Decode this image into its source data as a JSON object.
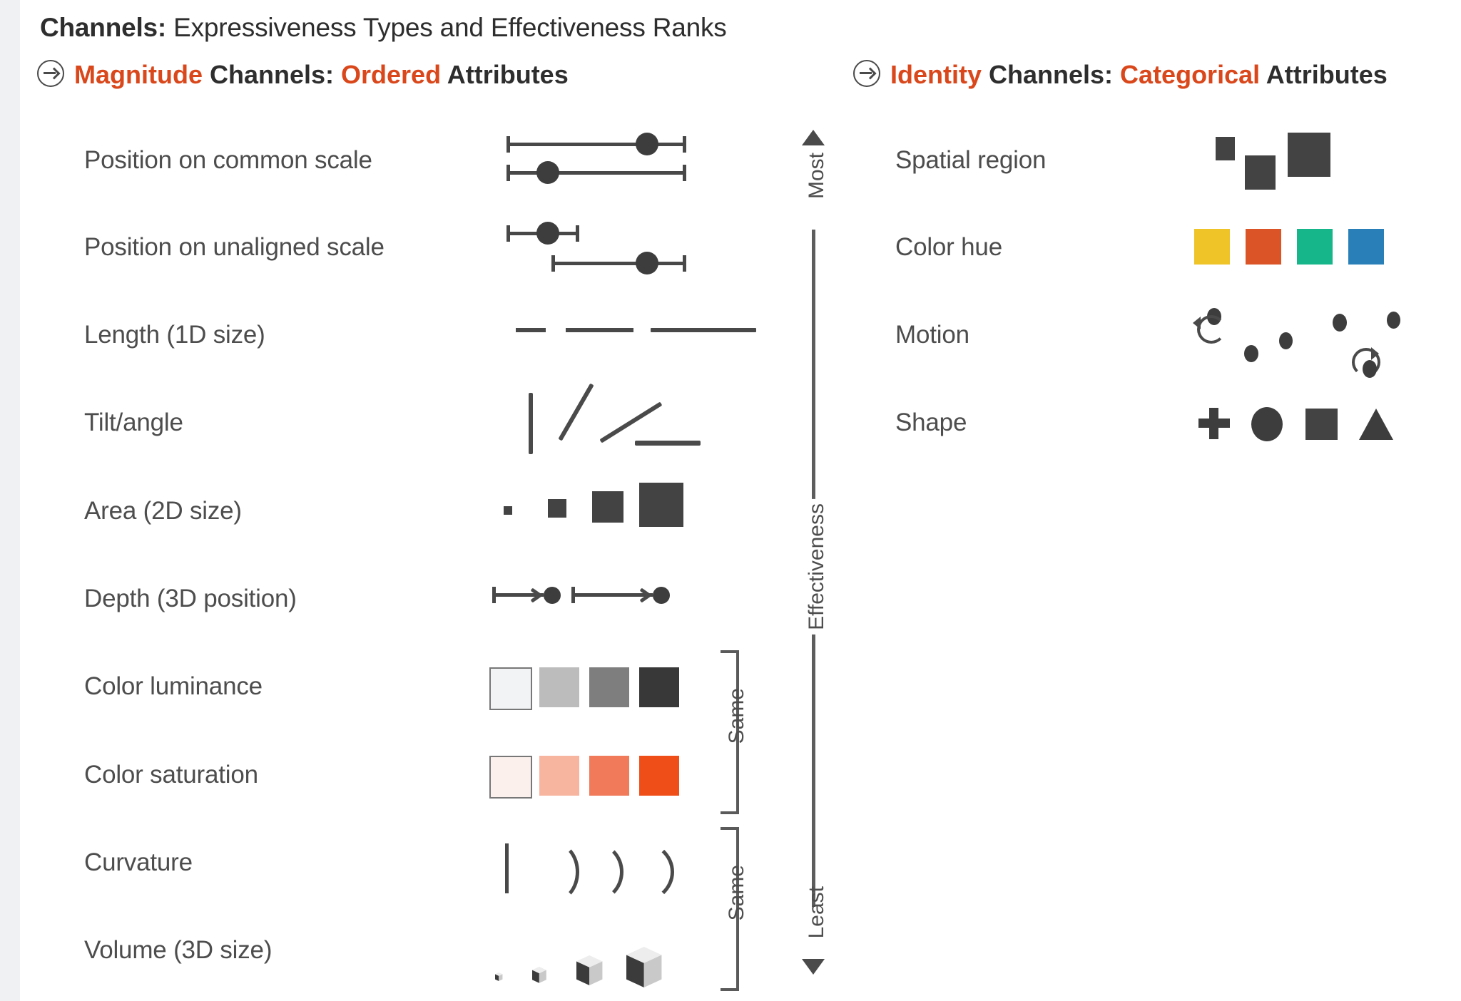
{
  "title": {
    "bold_part": "Channels:",
    "rest_part": " Expressiveness Types and Effectiveness Ranks"
  },
  "sections": [
    {
      "id": "magnitude",
      "icon": "circled-arrow-right-icon",
      "parts": [
        {
          "text": "Magnitude",
          "color": "#D9471B"
        },
        {
          "text": " Channels: ",
          "color": "#2e2e2e"
        },
        {
          "text": "Ordered",
          "color": "#D9471B"
        },
        {
          "text": " Attributes",
          "color": "#2e2e2e"
        }
      ],
      "plain": "Magnitude Channels: Ordered Attributes"
    },
    {
      "id": "identity",
      "icon": "circled-arrow-right-icon",
      "parts": [
        {
          "text": "Identity",
          "color": "#D9471B"
        },
        {
          "text": " Channels: ",
          "color": "#2e2e2e"
        },
        {
          "text": "Categorical",
          "color": "#D9471B"
        },
        {
          "text": " Attributes",
          "color": "#2e2e2e"
        }
      ],
      "plain": "Identity Channels: Categorical Attributes"
    }
  ],
  "magnitude_channels": [
    {
      "rank": 1,
      "label": "Position on common scale",
      "glyph": "two-aligned-error-bars"
    },
    {
      "rank": 2,
      "label": "Position on unaligned scale",
      "glyph": "two-offset-error-bars"
    },
    {
      "rank": 3,
      "label": "Length (1D size)",
      "glyph": "three-increasing-dashes"
    },
    {
      "rank": 4,
      "label": "Tilt/angle",
      "glyph": "four-tilted-lines"
    },
    {
      "rank": 5,
      "label": "Area (2D size)",
      "glyph": "four-increasing-squares"
    },
    {
      "rank": 6,
      "label": "Depth (3D position)",
      "glyph": "two-arrows-with-dots"
    },
    {
      "rank": 7,
      "label": "Color luminance",
      "glyph": "four-grey-swatches"
    },
    {
      "rank": 8,
      "label": "Color saturation",
      "glyph": "four-orange-swatches"
    },
    {
      "rank": 9,
      "label": "Curvature",
      "glyph": "four-increasing-arcs"
    },
    {
      "rank": 10,
      "label": "Volume (3D size)",
      "glyph": "four-increasing-cubes"
    }
  ],
  "identity_channels": [
    {
      "rank": 1,
      "label": "Spatial region",
      "glyph": "three-offset-rectangles"
    },
    {
      "rank": 2,
      "label": "Color hue",
      "glyph": "four-hue-swatches"
    },
    {
      "rank": 3,
      "label": "Motion",
      "glyph": "moving-dots-with-rotation-arrows"
    },
    {
      "rank": 4,
      "label": "Shape",
      "glyph": "plus-circle-square-triangle"
    }
  ],
  "effectiveness_axis": {
    "top_label": "Most",
    "middle_label": "Effectiveness",
    "bottom_label": "Least",
    "top_arrow": "up-arrow-icon",
    "bottom_arrow": "down-arrow-icon"
  },
  "same_brackets": [
    {
      "label": "Same",
      "groups": [
        "Color luminance",
        "Color saturation"
      ]
    },
    {
      "label": "Same",
      "groups": [
        "Curvature",
        "Volume (3D size)"
      ]
    }
  ],
  "palette": {
    "accent_orange": "#D9471B",
    "text_dark": "#2e2e2e",
    "text_body": "#4d4d4d",
    "glyph_grey": "#434343",
    "gutter": "#F0F1F2",
    "luminance_swatches": [
      "#F2F3F4",
      "#BCBCBC",
      "#7E7E7E",
      "#383838"
    ],
    "saturation_swatches": [
      "#FCF0EC",
      "#F7B5A0",
      "#F07A5A",
      "#F04E18"
    ],
    "hue_swatches": [
      "#EEC428",
      "#DA5427",
      "#17B68A",
      "#2980B9"
    ]
  }
}
